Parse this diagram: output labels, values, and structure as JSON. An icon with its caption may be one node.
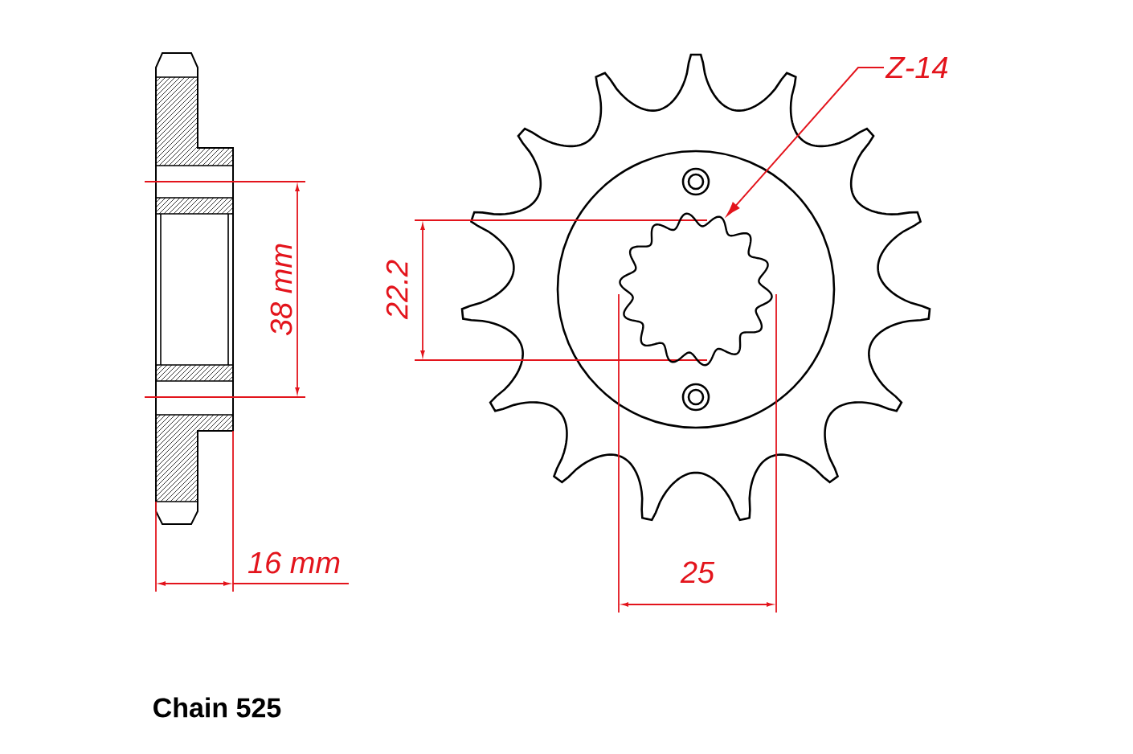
{
  "diagram": {
    "nodes": [
      {
        "text": [
          "Z-14"
        ]
      },
      {
        "text": [],
        "shape": "picture"
      }
    ],
    "edges": [
      {
        "from": 0,
        "to": 1,
        "arrow": "to"
      }
    ],
    "labels": [
      "38 mm",
      "22.2",
      "16 mm",
      "25",
      "Chain 525"
    ]
  }
}
